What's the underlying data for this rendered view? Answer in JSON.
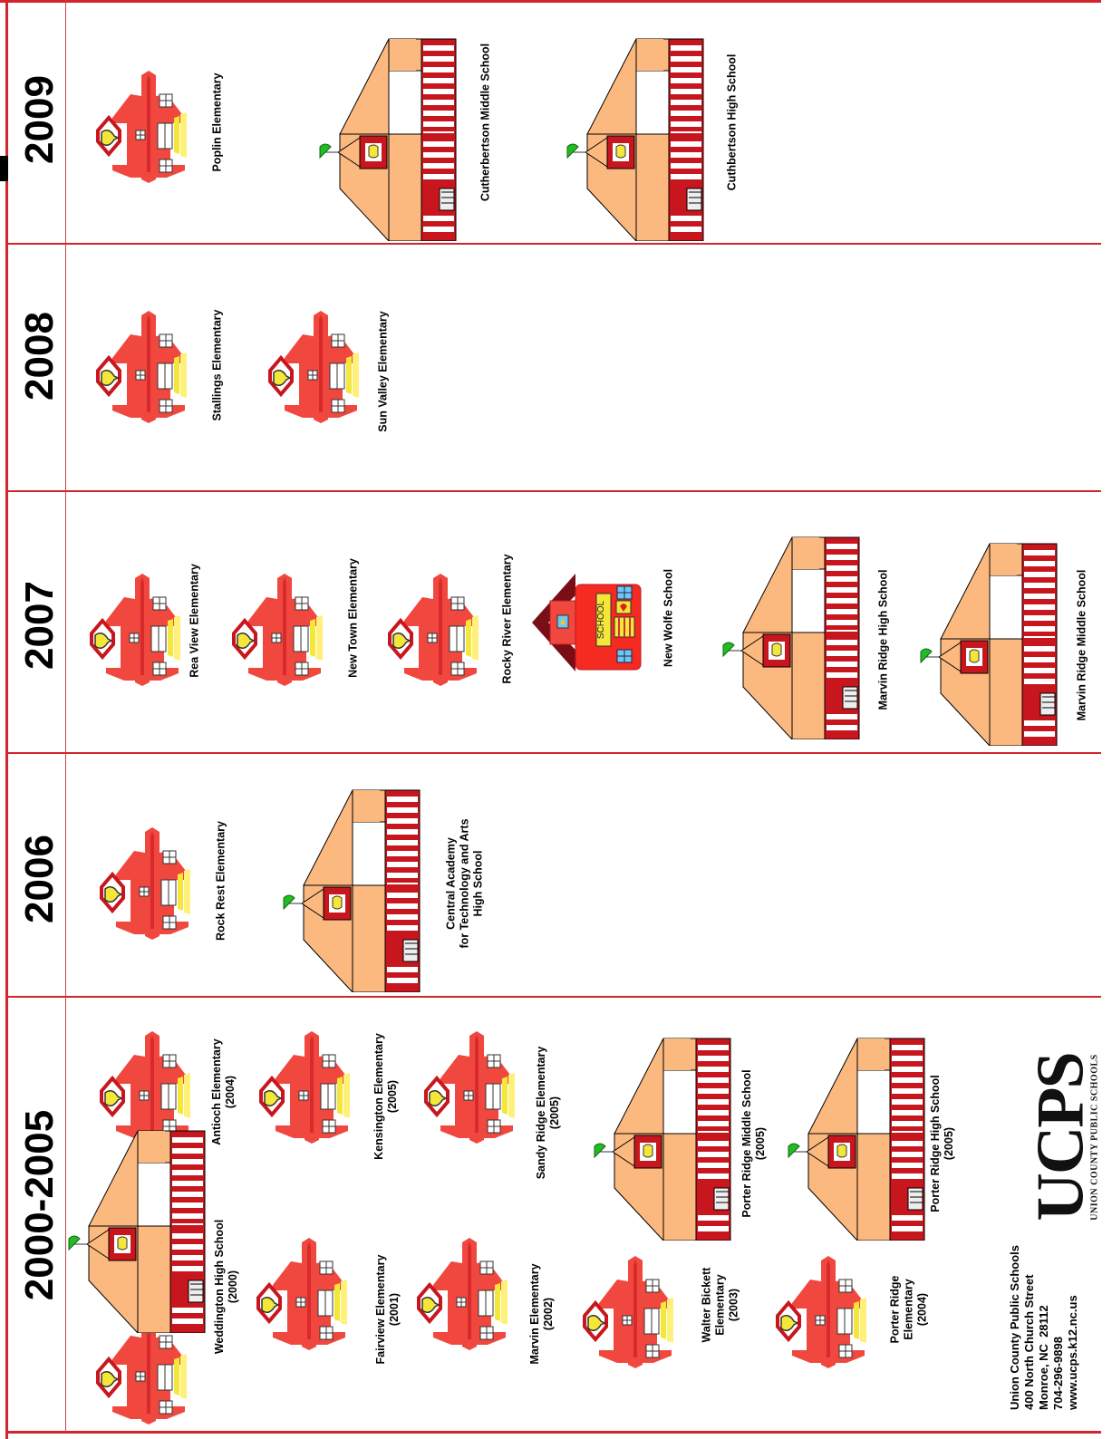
{
  "years": [
    "2000-2005",
    "2006",
    "2007",
    "2008",
    "2009"
  ],
  "schools": [
    {
      "icon": "hs",
      "label": "Weddington High School\n(2000)"
    },
    {
      "icon": "es",
      "label": "Fairview Elementary\n(2001)"
    },
    {
      "icon": "es",
      "label": "Marvin Elementary\n(2002)"
    },
    {
      "icon": "es",
      "label": "Walter Bickett\nElementary\n(2003)"
    },
    {
      "icon": "es",
      "label": "Porter Ridge\nElementary\n(2004)"
    },
    {
      "icon": "es",
      "label": "Antioch Elementary\n(2004)"
    },
    {
      "icon": "es",
      "label": "Kensington Elementary\n(2005)"
    },
    {
      "icon": "es",
      "label": "Sandy Ridge Elementary\n(2005)"
    },
    {
      "icon": "hs",
      "label": "Porter Ridge Middle School\n(2005)"
    },
    {
      "icon": "hs",
      "label": "Porter Ridge High School\n(2005)"
    },
    {
      "icon": "es",
      "label": "Rock Rest Elementary"
    },
    {
      "icon": "hs",
      "label": "Central Academy\nfor Technology and Arts\nHigh School"
    },
    {
      "icon": "es",
      "label": "Rea View Elementary"
    },
    {
      "icon": "es",
      "label": "New Town Elementary"
    },
    {
      "icon": "es",
      "label": "Rocky River Elementary"
    },
    {
      "icon": "alt",
      "label": "New Wolfe School",
      "sign": "SCHOOL"
    },
    {
      "icon": "hs",
      "label": "Marvin Ridge High School"
    },
    {
      "icon": "hs",
      "label": "Marvin Ridge Middle School"
    },
    {
      "icon": "es",
      "label": "Stallings Elementary"
    },
    {
      "icon": "es",
      "label": "Sun Valley Elementary"
    },
    {
      "icon": "es",
      "label": "Poplin Elementary"
    },
    {
      "icon": "hs",
      "label": "Cutherbertson Middle School"
    },
    {
      "icon": "hs",
      "label": "Cuthbertson High School"
    }
  ],
  "footer": {
    "address": "Union County Public Schools\n400 North Church Street\nMonroe, NC  28112\n704-296-9898\nwww.ucps.k12.nc.us",
    "logo": "UCPS",
    "logo_sub": "UNION COUNTY PUBLIC SCHOOLS"
  },
  "colors": {
    "frame": "#d2262e",
    "school_red": "#f0473f",
    "dark_red": "#c8161e",
    "roof_tan": "#fcb97f",
    "bell": "#f5e63a",
    "flag": "#22bb22"
  }
}
